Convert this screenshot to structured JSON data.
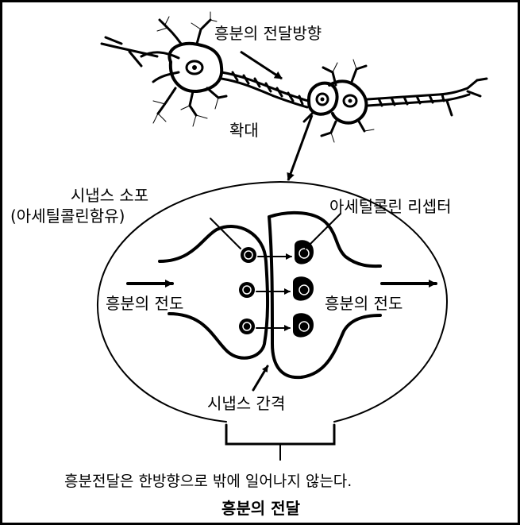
{
  "labels": {
    "transmission_direction": "흥분의 전달방향",
    "magnification": "확대",
    "vesicle_line1": "시냅스 소포",
    "vesicle_line2": "(아세틸콜린함유)",
    "receptor": "아세틸콜린 리셉터",
    "conduction_left": "흥분의 전도",
    "conduction_right": "흥분의 전도",
    "synaptic_cleft": "시냅스 간격",
    "one_way_note": "흥분전달은 한방향으로 밖에 일어나지 않는다.",
    "caption": "흥분의 전달"
  }
}
